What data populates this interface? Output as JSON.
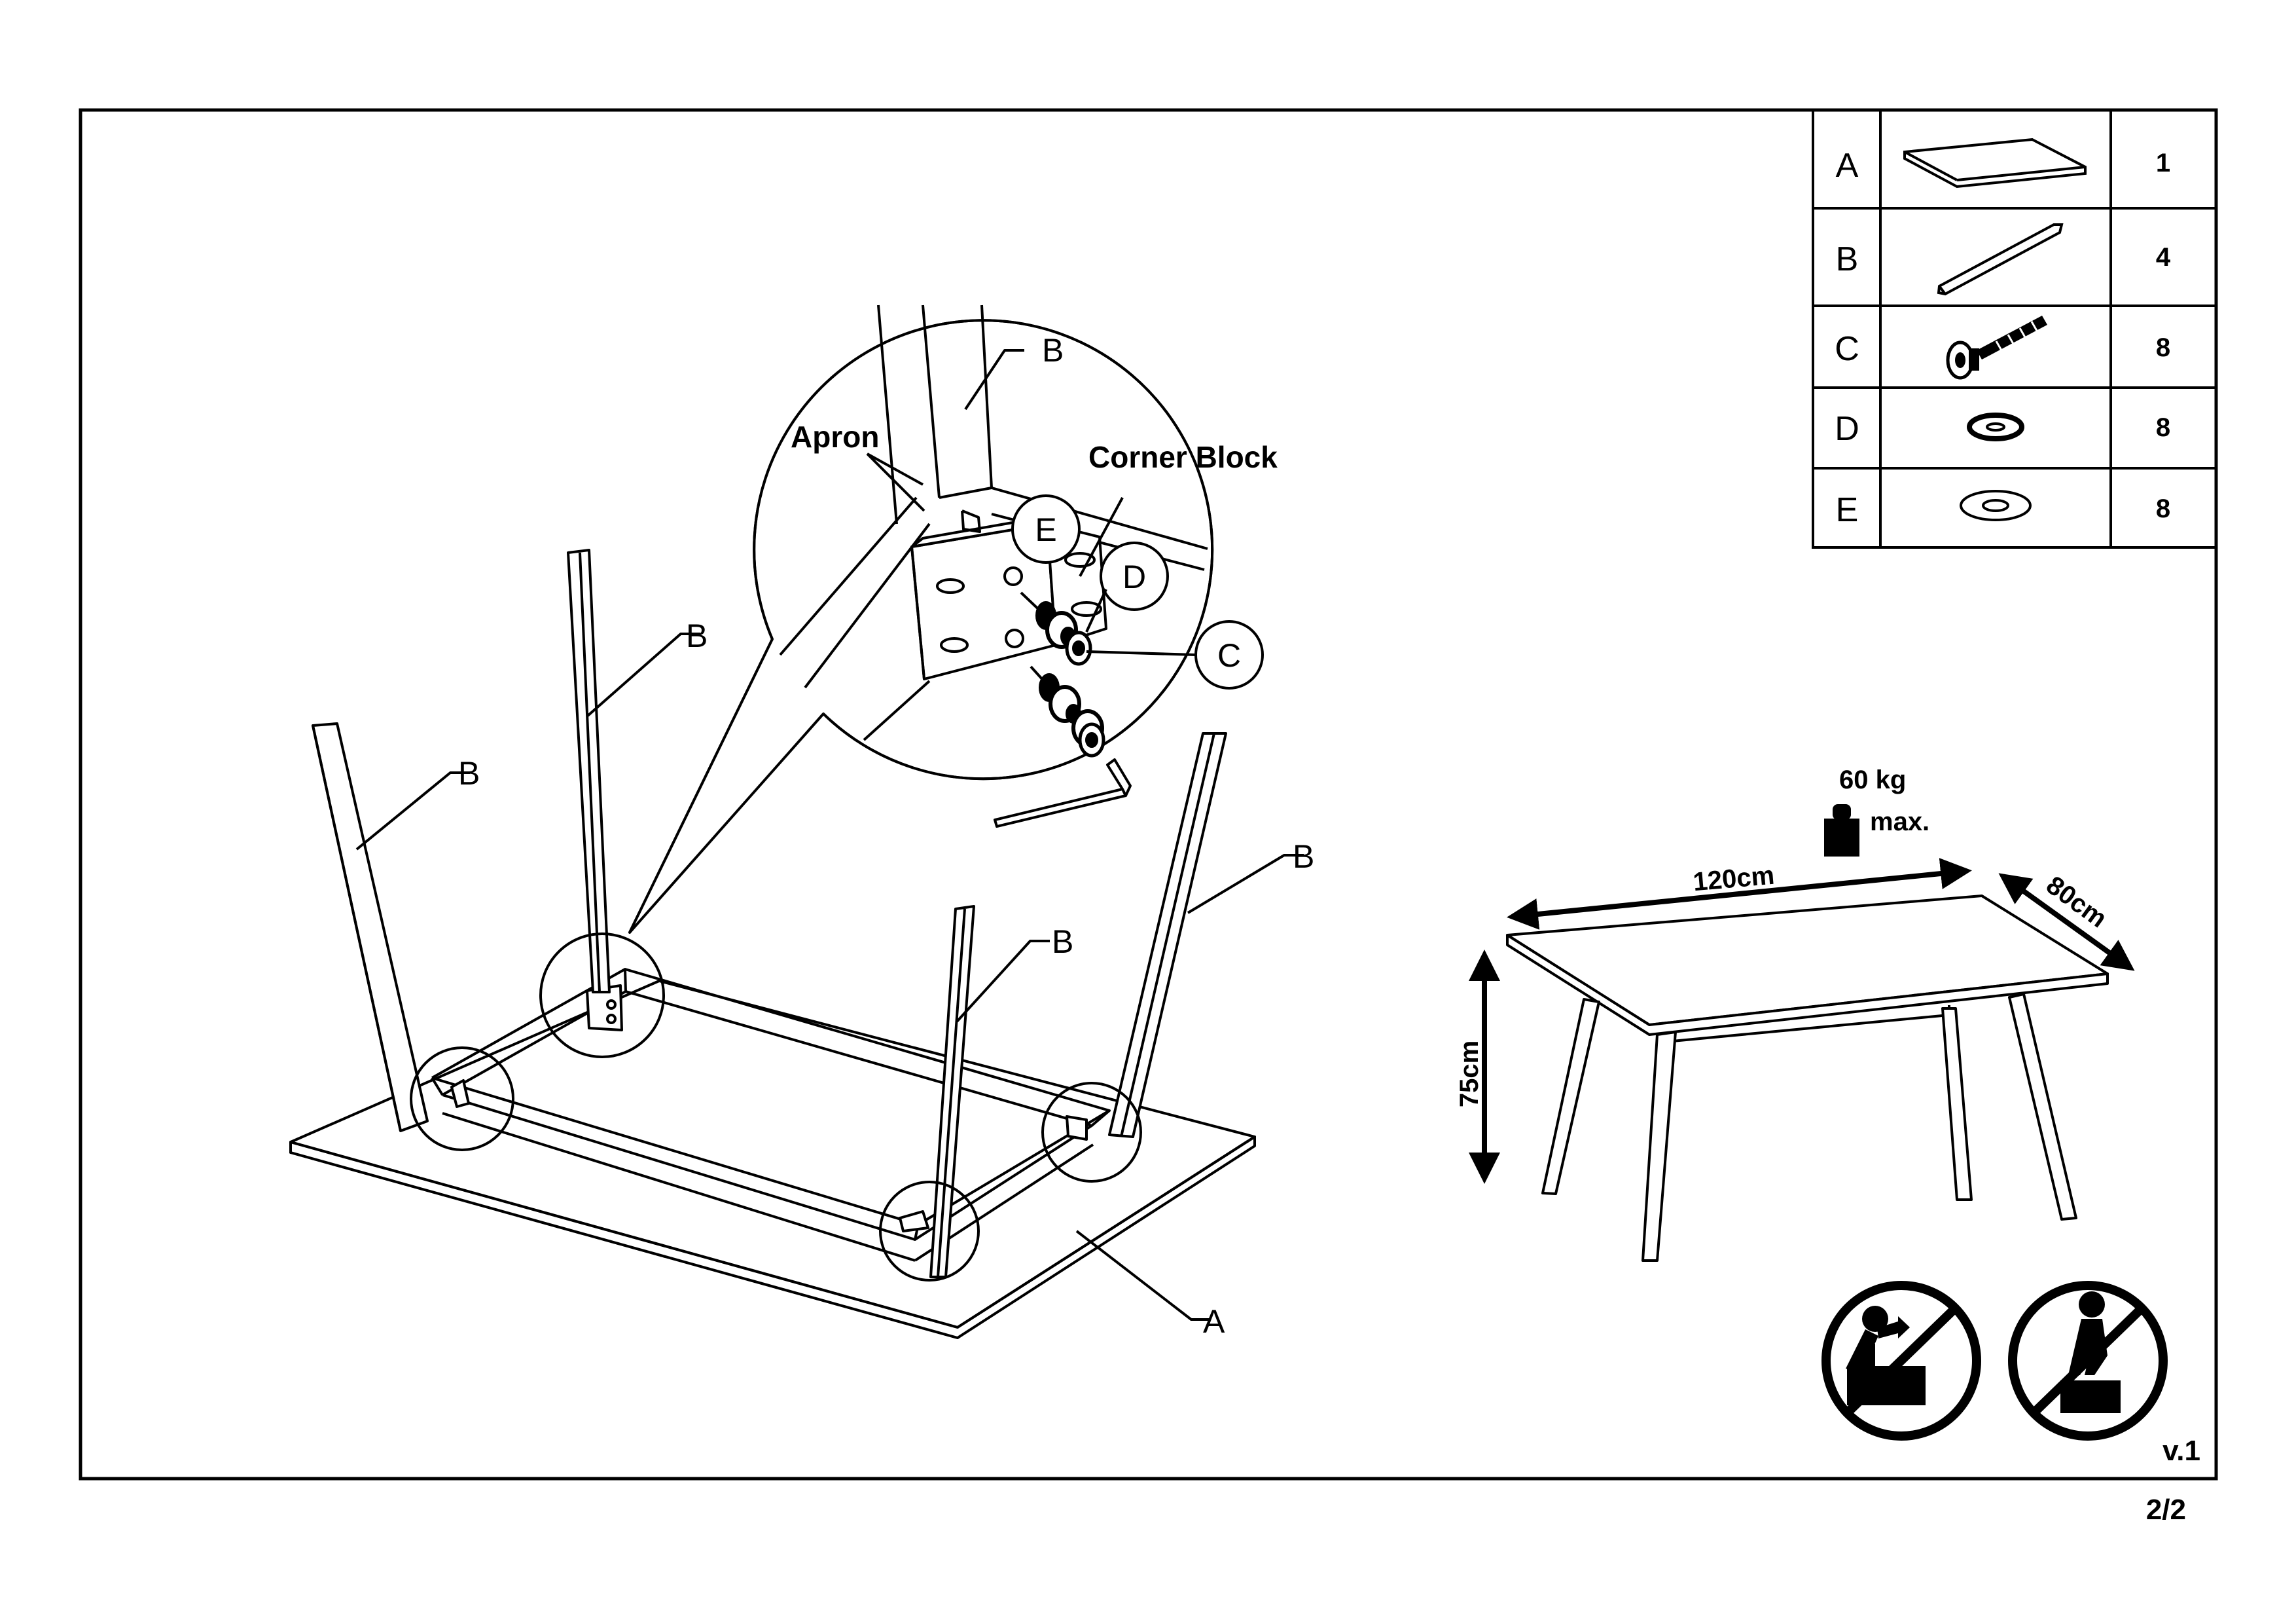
{
  "parts_table": {
    "rows": [
      {
        "letter": "A",
        "icon": "tabletop-icon",
        "qty": "1"
      },
      {
        "letter": "B",
        "icon": "leg-icon",
        "qty": "4"
      },
      {
        "letter": "C",
        "icon": "bolt-icon",
        "qty": "8"
      },
      {
        "letter": "D",
        "icon": "spring-washer-icon",
        "qty": "8"
      },
      {
        "letter": "E",
        "icon": "flat-washer-icon",
        "qty": "8"
      }
    ]
  },
  "main_view": {
    "labels": {
      "leg": "B",
      "top": "A"
    }
  },
  "detail_view": {
    "leg_label": "B",
    "apron_label": "Apron",
    "corner_block_label": "Corner Block",
    "callout_e": "E",
    "callout_d": "D",
    "callout_c": "C"
  },
  "dimensions_view": {
    "length": "120cm",
    "width": "80cm",
    "height": "75cm",
    "load_value": "60 kg",
    "load_suffix": "max."
  },
  "warnings": [
    "no-climbing-icon",
    "no-standing-icon"
  ],
  "version": "v.1",
  "page_number": "2/2"
}
